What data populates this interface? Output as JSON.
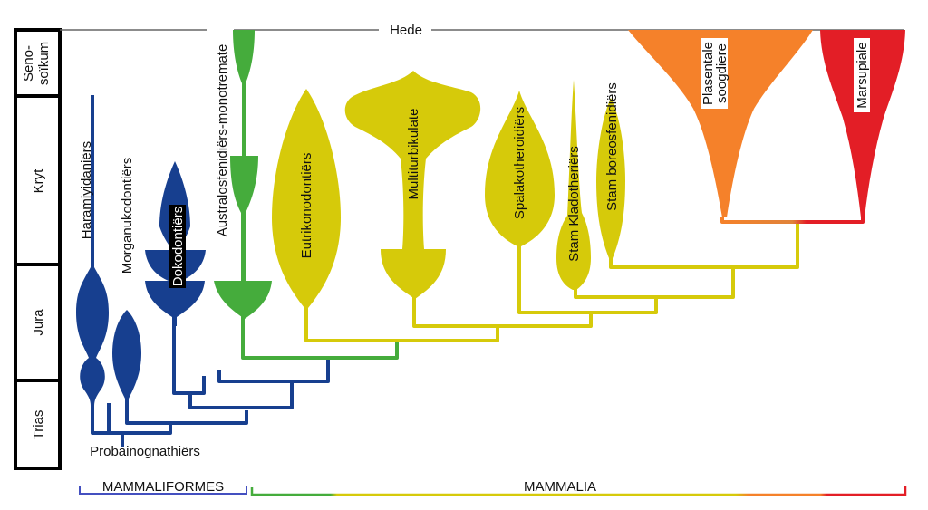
{
  "title_line": "Hede",
  "periods": [
    {
      "label_lines": [
        "Seno-",
        "soïkum"
      ]
    },
    {
      "label": "Kryt"
    },
    {
      "label": "Jura"
    },
    {
      "label": "Trias"
    }
  ],
  "clades": {
    "haramiyidans": "Haramiyidaniërs",
    "morganucodonts": "Morganukodontiërs",
    "docodonts": "Dokodontiërs",
    "australosphenids": "Australosfenidiërs-monotremate",
    "eutriconodonts": "Eutrikonodontiërs",
    "multituberculates": "Multiturbikulate",
    "spalacotheroids": "Spalakotheroidiërs",
    "cladotheres": "Stam Kladotheriërs",
    "boreosphenids": "Stam boreosfenidiërs",
    "placentals": [
      "Plasentale",
      "soogdiere"
    ],
    "marsupials": "Marsupiale",
    "probainognathians": "Probainognathiërs"
  },
  "groups": {
    "mammaliaformes": "MAMMALIFORMES",
    "mammalia": "MAMMALIA"
  },
  "colors": {
    "navy": "#173f8f",
    "green": "#45ac3c",
    "yellow": "#d6ca0a",
    "orange": "#f5812a",
    "red": "#e31e26",
    "bracket_blue": "#4450c0"
  }
}
